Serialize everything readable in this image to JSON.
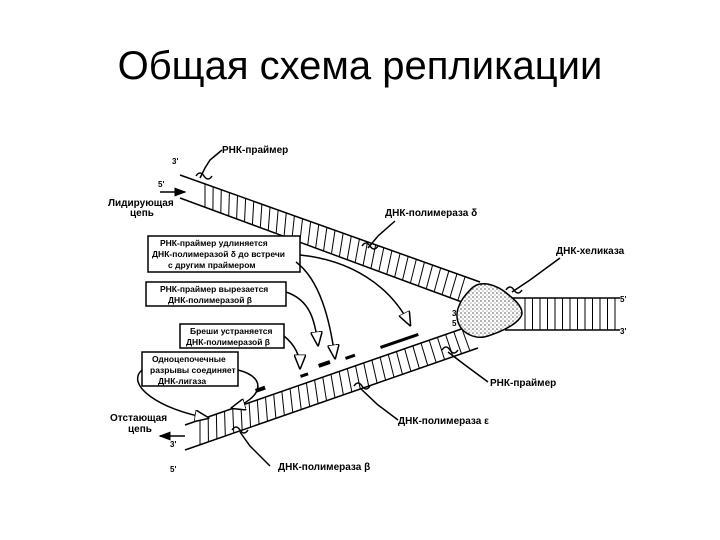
{
  "title": "Общая схема репликации",
  "labels": {
    "rna_primer_top": "РНК-праймер",
    "dna_pol_delta": "ДНК-полимераза δ",
    "dna_helicase": "ДНК-хеликаза",
    "rna_primer_bottom": "РНК-праймер",
    "dna_pol_epsilon": "ДНК-полимераза ε",
    "dna_pol_beta": "ДНК-полимераза β",
    "leading_strand_line1": "Лидирующая",
    "leading_strand_line2": "цепь",
    "lagging_strand_line1": "Отстающая",
    "lagging_strand_line2": "цепь"
  },
  "ends": {
    "top_3": "3'",
    "top_5": "5'",
    "fork_3a": "3'",
    "fork_5a": "5'",
    "right_5": "5'",
    "right_3": "3'",
    "bottom_3": "3'",
    "bottom_5": "5'"
  },
  "boxes": {
    "box1_line1": "РНК-праймер удлиняется",
    "box1_line2": "ДНК-полимеразой δ до встречи",
    "box1_line3": "с другим праймером",
    "box2_line1": "РНК-праймер вырезается",
    "box2_line2": "ДНК-полимеразой β",
    "box3_line1": "Бреши устраняется",
    "box3_line2": "ДНК-полимеразой β",
    "box4_line1": "Одноцепочечные",
    "box4_line2": "разрывы соединяет",
    "box4_line3": "ДНК-лигаза"
  }
}
